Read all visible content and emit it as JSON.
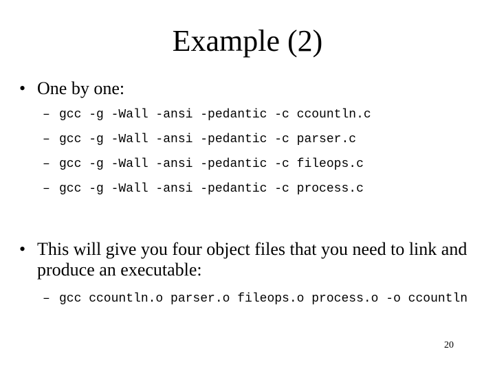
{
  "slide": {
    "title": "Example (2)",
    "bullet_symbol": "•",
    "dash_symbol": "–",
    "bullets": [
      {
        "text": "One by one:",
        "subitems": [
          "gcc -g -Wall -ansi -pedantic -c ccountln.c",
          "gcc -g -Wall -ansi -pedantic -c parser.c",
          "gcc -g -Wall -ansi -pedantic -c fileops.c",
          "gcc -g -Wall -ansi -pedantic -c process.c"
        ]
      },
      {
        "text": "This will give you four object files that you need to link and produce an executable:",
        "subitems": [
          "gcc ccountln.o parser.o fileops.o process.o -o ccountln"
        ]
      }
    ],
    "page_number": "20"
  }
}
